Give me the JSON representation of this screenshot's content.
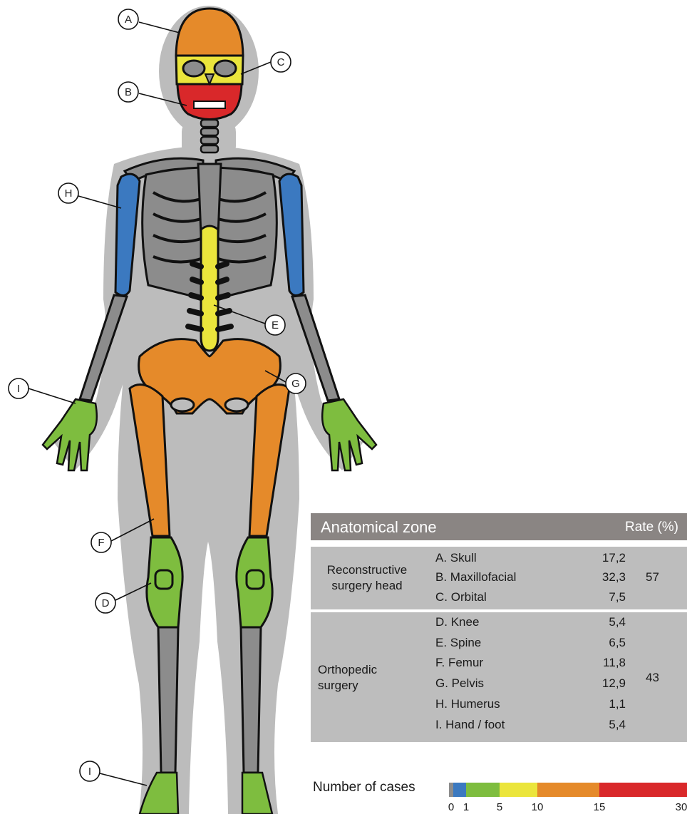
{
  "callouts": [
    "A",
    "B",
    "C",
    "D",
    "E",
    "F",
    "G",
    "H",
    "I",
    "I"
  ],
  "colors": {
    "gray": "#8c8c8c",
    "blue": "#3b79c0",
    "green": "#7ebd3f",
    "yellow": "#ebe53c",
    "orange": "#e58a2a",
    "red": "#d9282a",
    "silhouette": "#bcbcbc"
  },
  "table": {
    "header_left": "Anatomical zone",
    "header_right": "Rate (%)",
    "groups": [
      {
        "label": "Reconstructive surgery head",
        "total": "57",
        "rows": [
          {
            "name": "A. Skull",
            "value": "17,2"
          },
          {
            "name": "B.  Maxillofacial",
            "value": "32,3"
          },
          {
            "name": "C. Orbital",
            "value": "7,5"
          }
        ]
      },
      {
        "label": "Orthopedic surgery",
        "total": "43",
        "rows": [
          {
            "name": "D. Knee",
            "value": "5,4"
          },
          {
            "name": "E. Spine",
            "value": "6,5"
          },
          {
            "name": "F. Femur",
            "value": "11,8"
          },
          {
            "name": "G. Pelvis",
            "value": "12,9"
          },
          {
            "name": "H. Humerus",
            "value": "1,1"
          },
          {
            "name": "I.  Hand / foot",
            "value": "5,4"
          }
        ]
      }
    ]
  },
  "legend": {
    "title": "Number of cases",
    "ticks": [
      "0",
      "1",
      "5",
      "10",
      "15",
      "30"
    ]
  }
}
